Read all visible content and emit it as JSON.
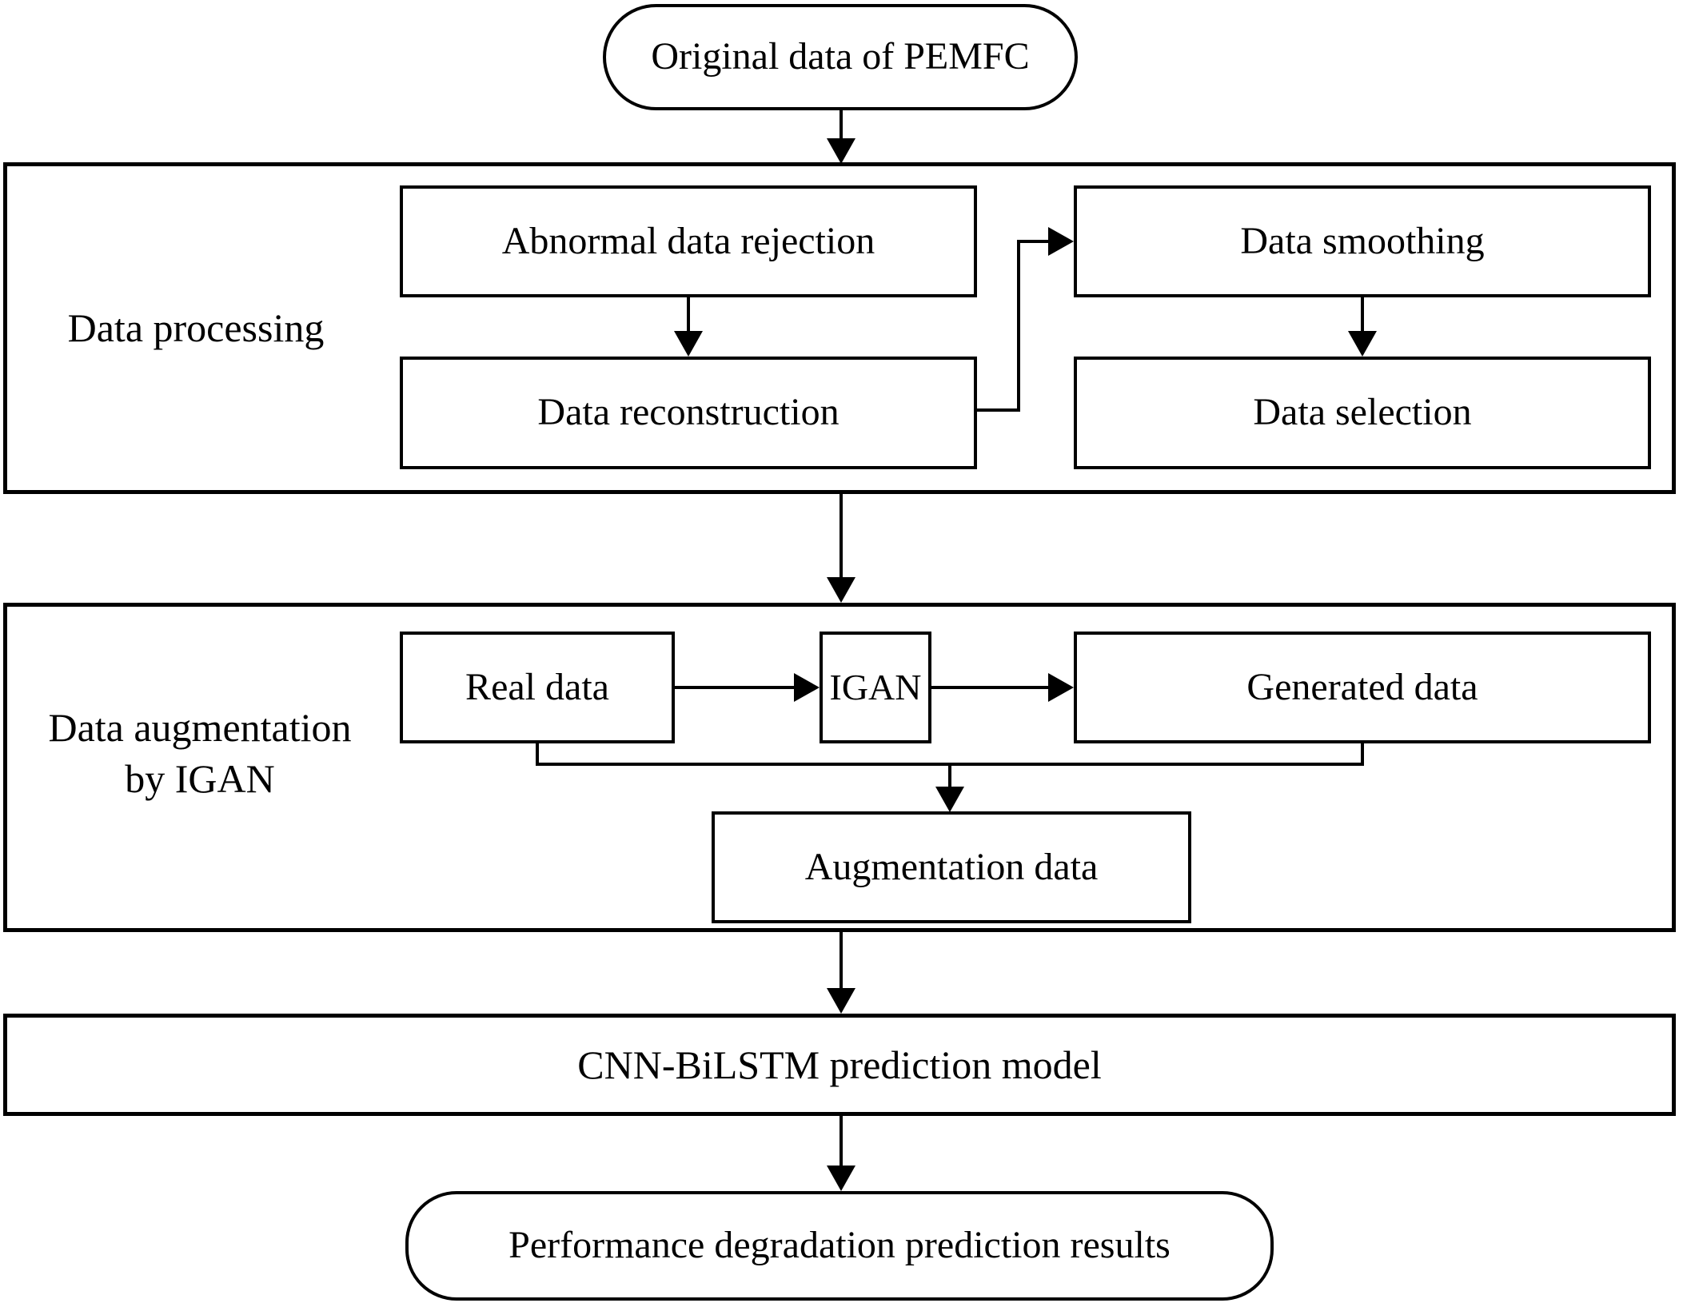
{
  "diagram": {
    "title_node": "Original data of PEMFC",
    "processing": {
      "label": "Data processing",
      "abnormal": "Abnormal data rejection",
      "reconstruction": "Data reconstruction",
      "smoothing": "Data smoothing",
      "selection": "Data selection"
    },
    "augmentation": {
      "label_line1": "Data augmentation",
      "label_line2": "by IGAN",
      "real": "Real data",
      "igan": "IGAN",
      "generated": "Generated data",
      "augmented": "Augmentation data"
    },
    "model": "CNN-BiLSTM prediction model",
    "result_node": "Performance degradation prediction results",
    "colors": {
      "stroke": "#000000",
      "background": "#ffffff",
      "text": "#000000"
    }
  }
}
